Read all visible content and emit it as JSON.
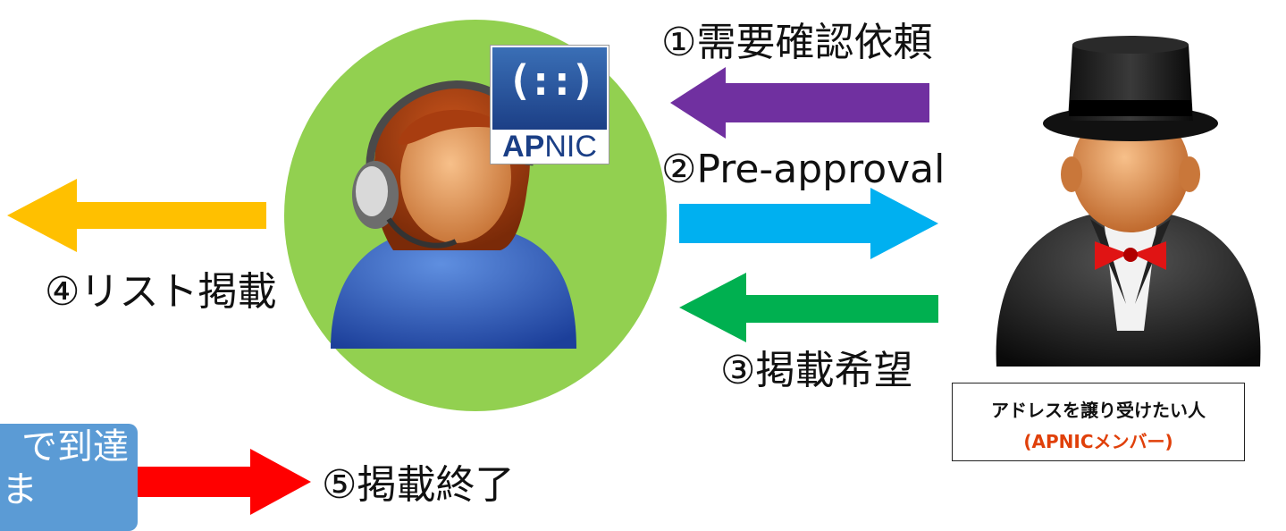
{
  "steps": {
    "step1": "①需要確認依頼",
    "step2": "②Pre-approval",
    "step3": "③掲載希望",
    "step4": "④リスト掲載",
    "step5": "⑤掲載終了"
  },
  "apnic_logo": {
    "glyph": "(::)",
    "word_bold": "AP",
    "word_regular": "NIC"
  },
  "recipient_box": {
    "line1": "アドレスを譲り受けたい人",
    "line2": "(APNICメンバー)"
  },
  "partial_box": {
    "line1": "で到達",
    "line2": "ま"
  },
  "colors": {
    "circle": "#92d050",
    "arrow_step1": "#7030a0",
    "arrow_step2": "#00b0f0",
    "arrow_step3": "#00b050",
    "arrow_step4": "#ffc000",
    "arrow_step5": "#ff0000",
    "box_blue": "#5b9bd5",
    "member_label": "#e0400a"
  },
  "icons": {
    "operator": "headset-operator-icon",
    "recipient": "top-hat-gentleman-icon"
  }
}
